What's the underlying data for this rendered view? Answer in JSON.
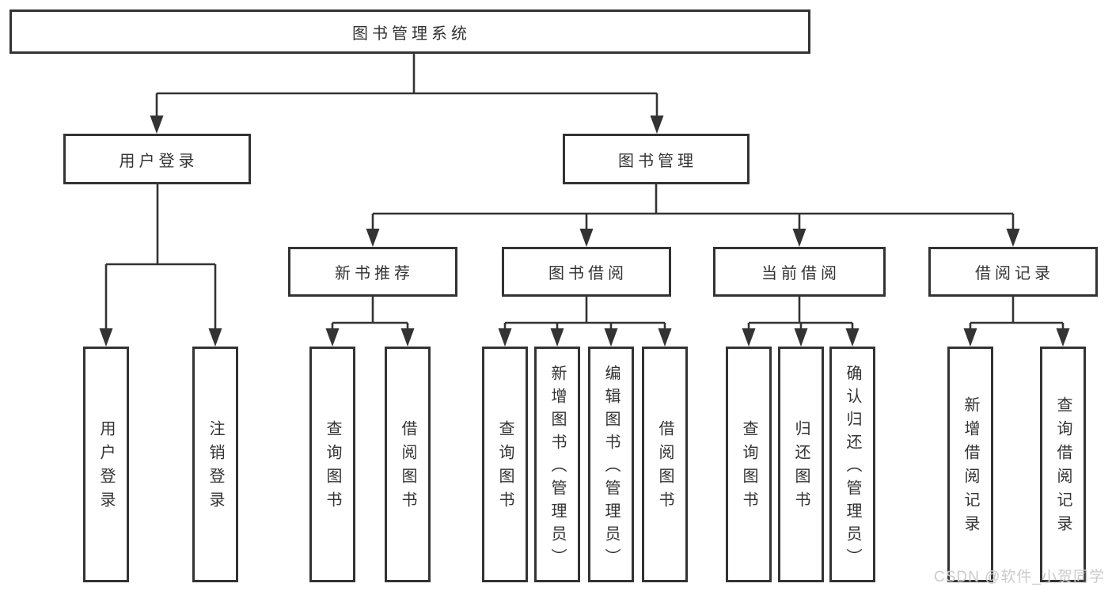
{
  "colors": {
    "line": "#333333",
    "box_border": "#333333",
    "text": "#333333",
    "box_fill": "#ffffff",
    "watermark": "#cbcbcb"
  },
  "watermark": {
    "text": "CSDN @软件_小贺同学"
  },
  "tree": {
    "label": "图书管理系统",
    "children": [
      {
        "label": "用户登录",
        "children": [
          {
            "label": "用户登录"
          },
          {
            "label": "注销登录"
          }
        ]
      },
      {
        "label": "图书管理",
        "children": [
          {
            "label": "新书推荐",
            "children": [
              {
                "label": "查询图书"
              },
              {
                "label": "借阅图书"
              }
            ]
          },
          {
            "label": "图书借阅",
            "children": [
              {
                "label": "查询图书"
              },
              {
                "label": "新增图书（管理员）"
              },
              {
                "label": "编辑图书（管理员）"
              },
              {
                "label": "借阅图书"
              }
            ]
          },
          {
            "label": "当前借阅",
            "children": [
              {
                "label": "查询图书"
              },
              {
                "label": "归还图书"
              },
              {
                "label": "确认归还（管理员）"
              }
            ]
          },
          {
            "label": "借阅记录",
            "children": [
              {
                "label": "新增借阅记录"
              },
              {
                "label": "查询借阅记录"
              }
            ]
          }
        ]
      }
    ]
  }
}
